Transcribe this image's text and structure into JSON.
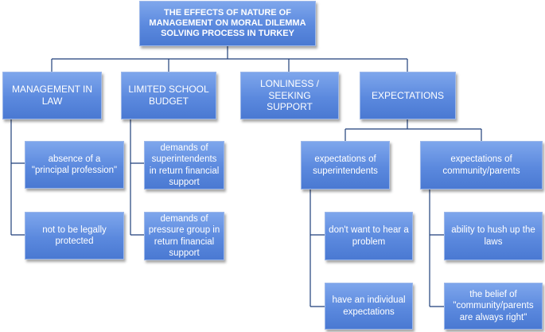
{
  "title": "THE EFFECTS OF NATURE OF MANAGEMENT ON MORAL DILEMMA SOLVING PROCESS IN TURKEY",
  "categories": [
    {
      "label": "MANAGEMENT IN LAW",
      "children": [
        "absence of a \"principal profession\"",
        "not to be legally protected"
      ]
    },
    {
      "label": "LIMITED SCHOOL BUDGET",
      "children": [
        "demands of superintendents in return financial support",
        "demands of pressure group in return financial support"
      ]
    },
    {
      "label": "LONLINESS / SEEKING SUPPORT",
      "children": []
    },
    {
      "label": "EXPECTATIONS",
      "groups": [
        {
          "label": "expectations of superintendents",
          "children": [
            "don't want to hear a problem",
            "have an individual expectations"
          ]
        },
        {
          "label": "expectations of community/parents",
          "children": [
            "ability to hush up the laws",
            "the belief of \"community/parents are always right\""
          ]
        }
      ]
    }
  ],
  "colors": {
    "box_top": "#7ea6ec",
    "box_bottom": "#4a79d2",
    "connector": "#1f3f7a",
    "text": "#ffffff"
  }
}
